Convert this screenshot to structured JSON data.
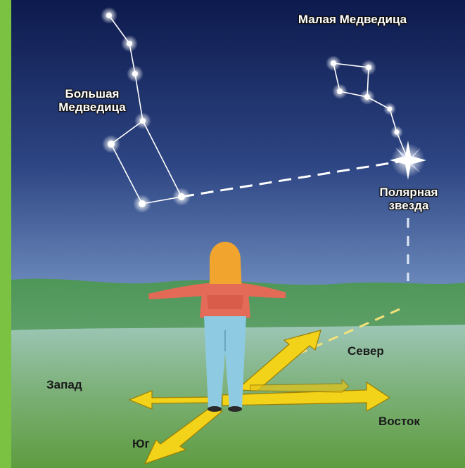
{
  "labels": {
    "big_dipper": "Большая Медведица",
    "little_dipper": "Малая Медведица",
    "polaris": "Полярная звезда"
  },
  "directions": {
    "north": "Север",
    "south": "Юг",
    "west": "Запад",
    "east": "Восток"
  },
  "colors": {
    "frame": "#7cc242",
    "sky_top": "#0d1a4d",
    "sky_bottom": "#a9c3e3",
    "ground": "#5e9c55",
    "arrow_yellow": "#f3d21a",
    "star": "#ffffff"
  }
}
